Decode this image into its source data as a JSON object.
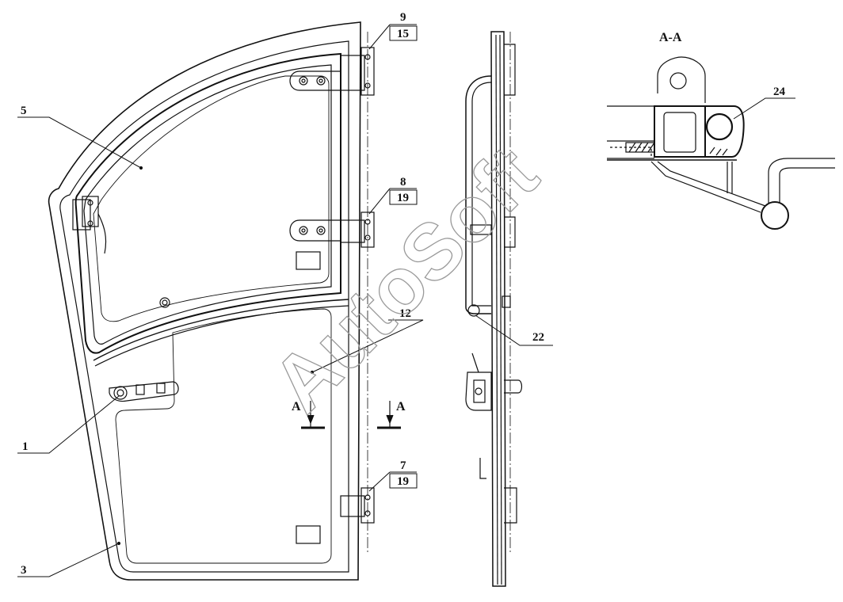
{
  "section_title": "A-A",
  "section_mark_letter": "A",
  "watermark": "AutoSoft",
  "callouts": [
    {
      "id": "1",
      "text": "1"
    },
    {
      "id": "3",
      "text": "3"
    },
    {
      "id": "5",
      "text": "5"
    },
    {
      "id": "7",
      "text": "7"
    },
    {
      "id": "8",
      "text": "8"
    },
    {
      "id": "9",
      "text": "9"
    },
    {
      "id": "12",
      "text": "12"
    },
    {
      "id": "15",
      "text": "15"
    },
    {
      "id": "19a",
      "text": "19"
    },
    {
      "id": "19b",
      "text": "19"
    },
    {
      "id": "22",
      "text": "22"
    },
    {
      "id": "24",
      "text": "24"
    }
  ]
}
